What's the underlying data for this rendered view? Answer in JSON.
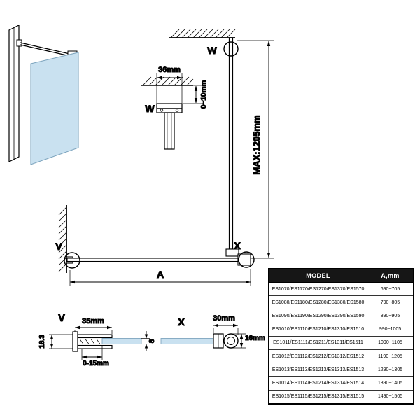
{
  "colors": {
    "glass": "#c9e1f0",
    "glass_stroke": "#7fa6bf",
    "line": "#000000",
    "header_bg": "#161616",
    "header_fg": "#ffffff"
  },
  "dims": {
    "d36": "36mm",
    "d0_10": "0~10mm",
    "max": "MAX:1205mm",
    "a": "A",
    "d35": "35mm",
    "d16_3": "16.3",
    "d0_15": "0-15mm",
    "d8": "8",
    "d30": "30mm",
    "d16": "16mm"
  },
  "callouts": {
    "w_main": "W",
    "w_detail": "W",
    "v_main": "V",
    "v_detail": "V",
    "x_main": "X",
    "x_detail": "X"
  },
  "table": {
    "headers": {
      "model": "MODEL",
      "a": "A,mm"
    },
    "rows": [
      {
        "model": "ES1070/ES1170/ES1270/ES1370/ES1570",
        "a": "690~705"
      },
      {
        "model": "ES1080/ES1180/ES1280/ES1380/ES1580",
        "a": "790~805"
      },
      {
        "model": "ES1090/ES1190/ES1290/ES1390/ES1590",
        "a": "890~905"
      },
      {
        "model": "ES1010/ES1110/ES1210/ES1310/ES1510",
        "a": "990~1005"
      },
      {
        "model": "ES1011/ES1111/ES1211/ES1311/ES1511",
        "a": "1090~1105"
      },
      {
        "model": "ES1012/ES1112/ES1212/ES1312/ES1512",
        "a": "1190~1205"
      },
      {
        "model": "ES1013/ES1113/ES1213/ES1313/ES1513",
        "a": "1290~1305"
      },
      {
        "model": "ES1014/ES1114/ES1214/ES1314/ES1514",
        "a": "1390~1405"
      },
      {
        "model": "ES1015/ES1115/ES1215/ES1315/ES1515",
        "a": "1490~1505"
      }
    ]
  }
}
